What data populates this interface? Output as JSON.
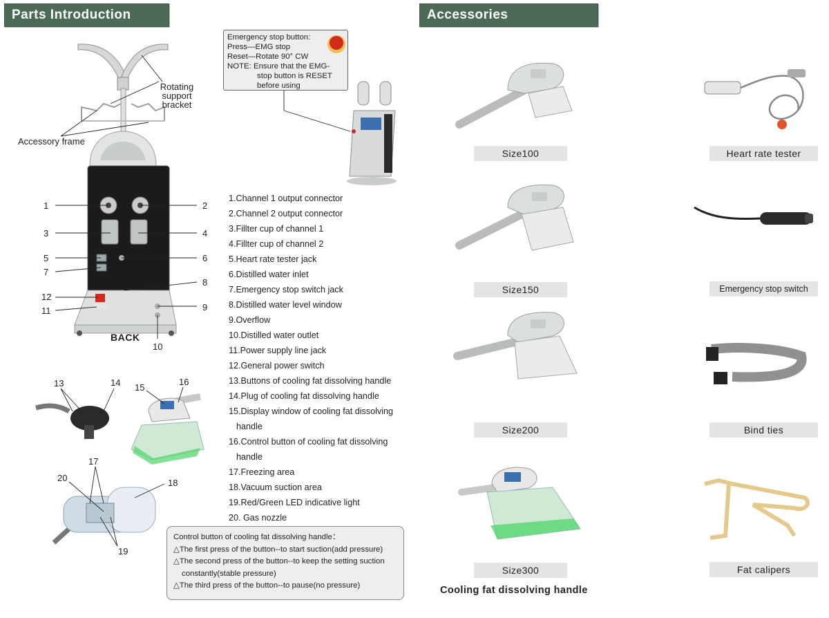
{
  "headers": {
    "parts_introduction": "Parts Introduction",
    "accessories": "Accessories"
  },
  "machine_labels": {
    "rotating_support_bracket_line1": "Rotating",
    "rotating_support_bracket_line2": "support bracket",
    "accessory_frame": "Accessory frame",
    "back": "BACK"
  },
  "callout_numbers": {
    "n1": "1",
    "n2": "2",
    "n3": "3",
    "n4": "4",
    "n5": "5",
    "n6": "6",
    "n7": "7",
    "n8": "8",
    "n9": "9",
    "n10": "10",
    "n11": "11",
    "n12": "12",
    "n13": "13",
    "n14": "14",
    "n15": "15",
    "n16": "16",
    "n17": "17",
    "n18": "18",
    "n19": "19",
    "n20": "20"
  },
  "emergency_box": {
    "line1": "Emergency stop button:",
    "line2": "Press—EMG stop",
    "line3": "Reset—Rotate 90° CW",
    "line4": "NOTE: Ensure that the EMG-",
    "line5": "stop button is RESET",
    "line6": "before using"
  },
  "parts_list": [
    "1.Channel 1 output connector",
    "2.Channel 2 output connector",
    "3.Fillter cup of channel 1",
    "4.Fillter cup of channel 2",
    "5.Heart rate tester jack",
    "6.Distilled water inlet",
    "7.Emergency stop switch jack",
    "8.Distilled water level window",
    "9.Overflow",
    "10.Distilled water outlet",
    "11.Power supply line jack",
    "12.General power switch",
    "13.Buttons of cooling fat dissolving handle",
    "14.Plug of cooling fat dissolving handle",
    "15.Display window of cooling fat dissolving",
    "handle",
    "16.Control button of cooling fat dissolving",
    "handle",
    "17.Freezing area",
    "18.Vacuum suction area",
    "19.Red/Green LED indicative light",
    "20. Gas nozzle"
  ],
  "control_box": {
    "title": "Control button of cooling fat dissolving handle：",
    "line1": "△The first press of the button--to start suction(add pressure)",
    "line2": "△The second press of the button--to keep the setting suction",
    "line2b": "constantly(stable pressure)",
    "line3": "△The third press of the button--to pause(no pressure)"
  },
  "handles": {
    "size100": "Size100",
    "size150": "Size150",
    "size200": "Size200",
    "size300": "Size300",
    "caption": "Cooling fat dissolving handle"
  },
  "accessories": {
    "heart_rate_tester": "Heart rate tester",
    "emergency_stop_switch": "Emergency stop switch",
    "bind_ties": "Bind ties",
    "fat_calipers": "Fat calipers"
  },
  "colors": {
    "banner": "#4b6b57",
    "caption_bg": "#e4e4e4",
    "emergency_red": "#d42a1e",
    "led_green": "#4ed46a"
  }
}
